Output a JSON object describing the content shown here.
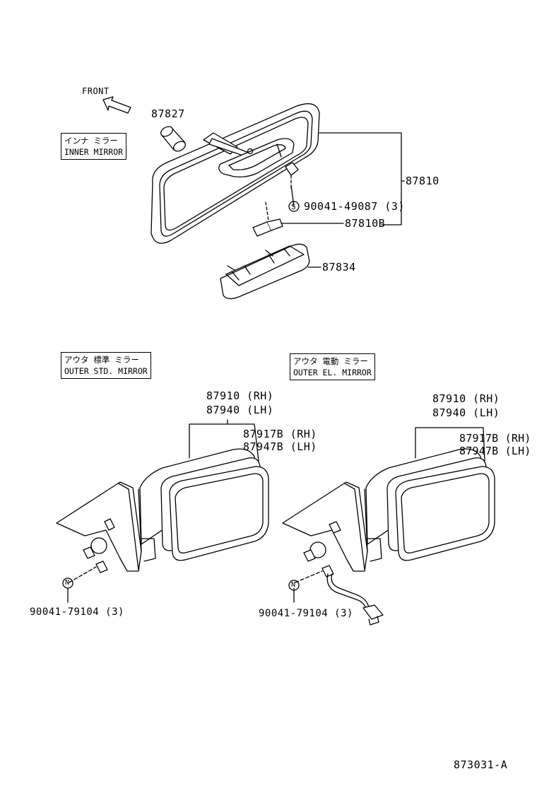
{
  "front_label": "FRONT",
  "inner_section": {
    "title_jp": "インナ ミラー",
    "title_en": "INNER MIRROR",
    "parts": {
      "p87827": "87827",
      "p87810": "87810",
      "screw_symbol": "S",
      "p90041_49087": "90041-49087 (3)",
      "p87810B": "87810B",
      "p87834": "87834"
    }
  },
  "outer_std_section": {
    "title_jp": "アウタ 標準 ミラー",
    "title_en": "OUTER STD. MIRROR",
    "parts": {
      "mirror_rh": "87910 (RH)",
      "mirror_lh": "87940 (LH)",
      "glass_rh": "87917B (RH)",
      "glass_lh": "87947B (LH)",
      "nut_symbol": "N",
      "nut": "90041-79104 (3)"
    }
  },
  "outer_el_section": {
    "title_jp": "アウタ 電動 ミラー",
    "title_en": "OUTER EL. MIRROR",
    "parts": {
      "mirror_rh": "87910 (RH)",
      "mirror_lh": "87940 (LH)",
      "glass_rh": "87917B (RH)",
      "glass_lh": "87947B (LH)",
      "nut_symbol": "N",
      "nut": "90041-79104 (3)"
    }
  },
  "figure_code": "873031-A"
}
